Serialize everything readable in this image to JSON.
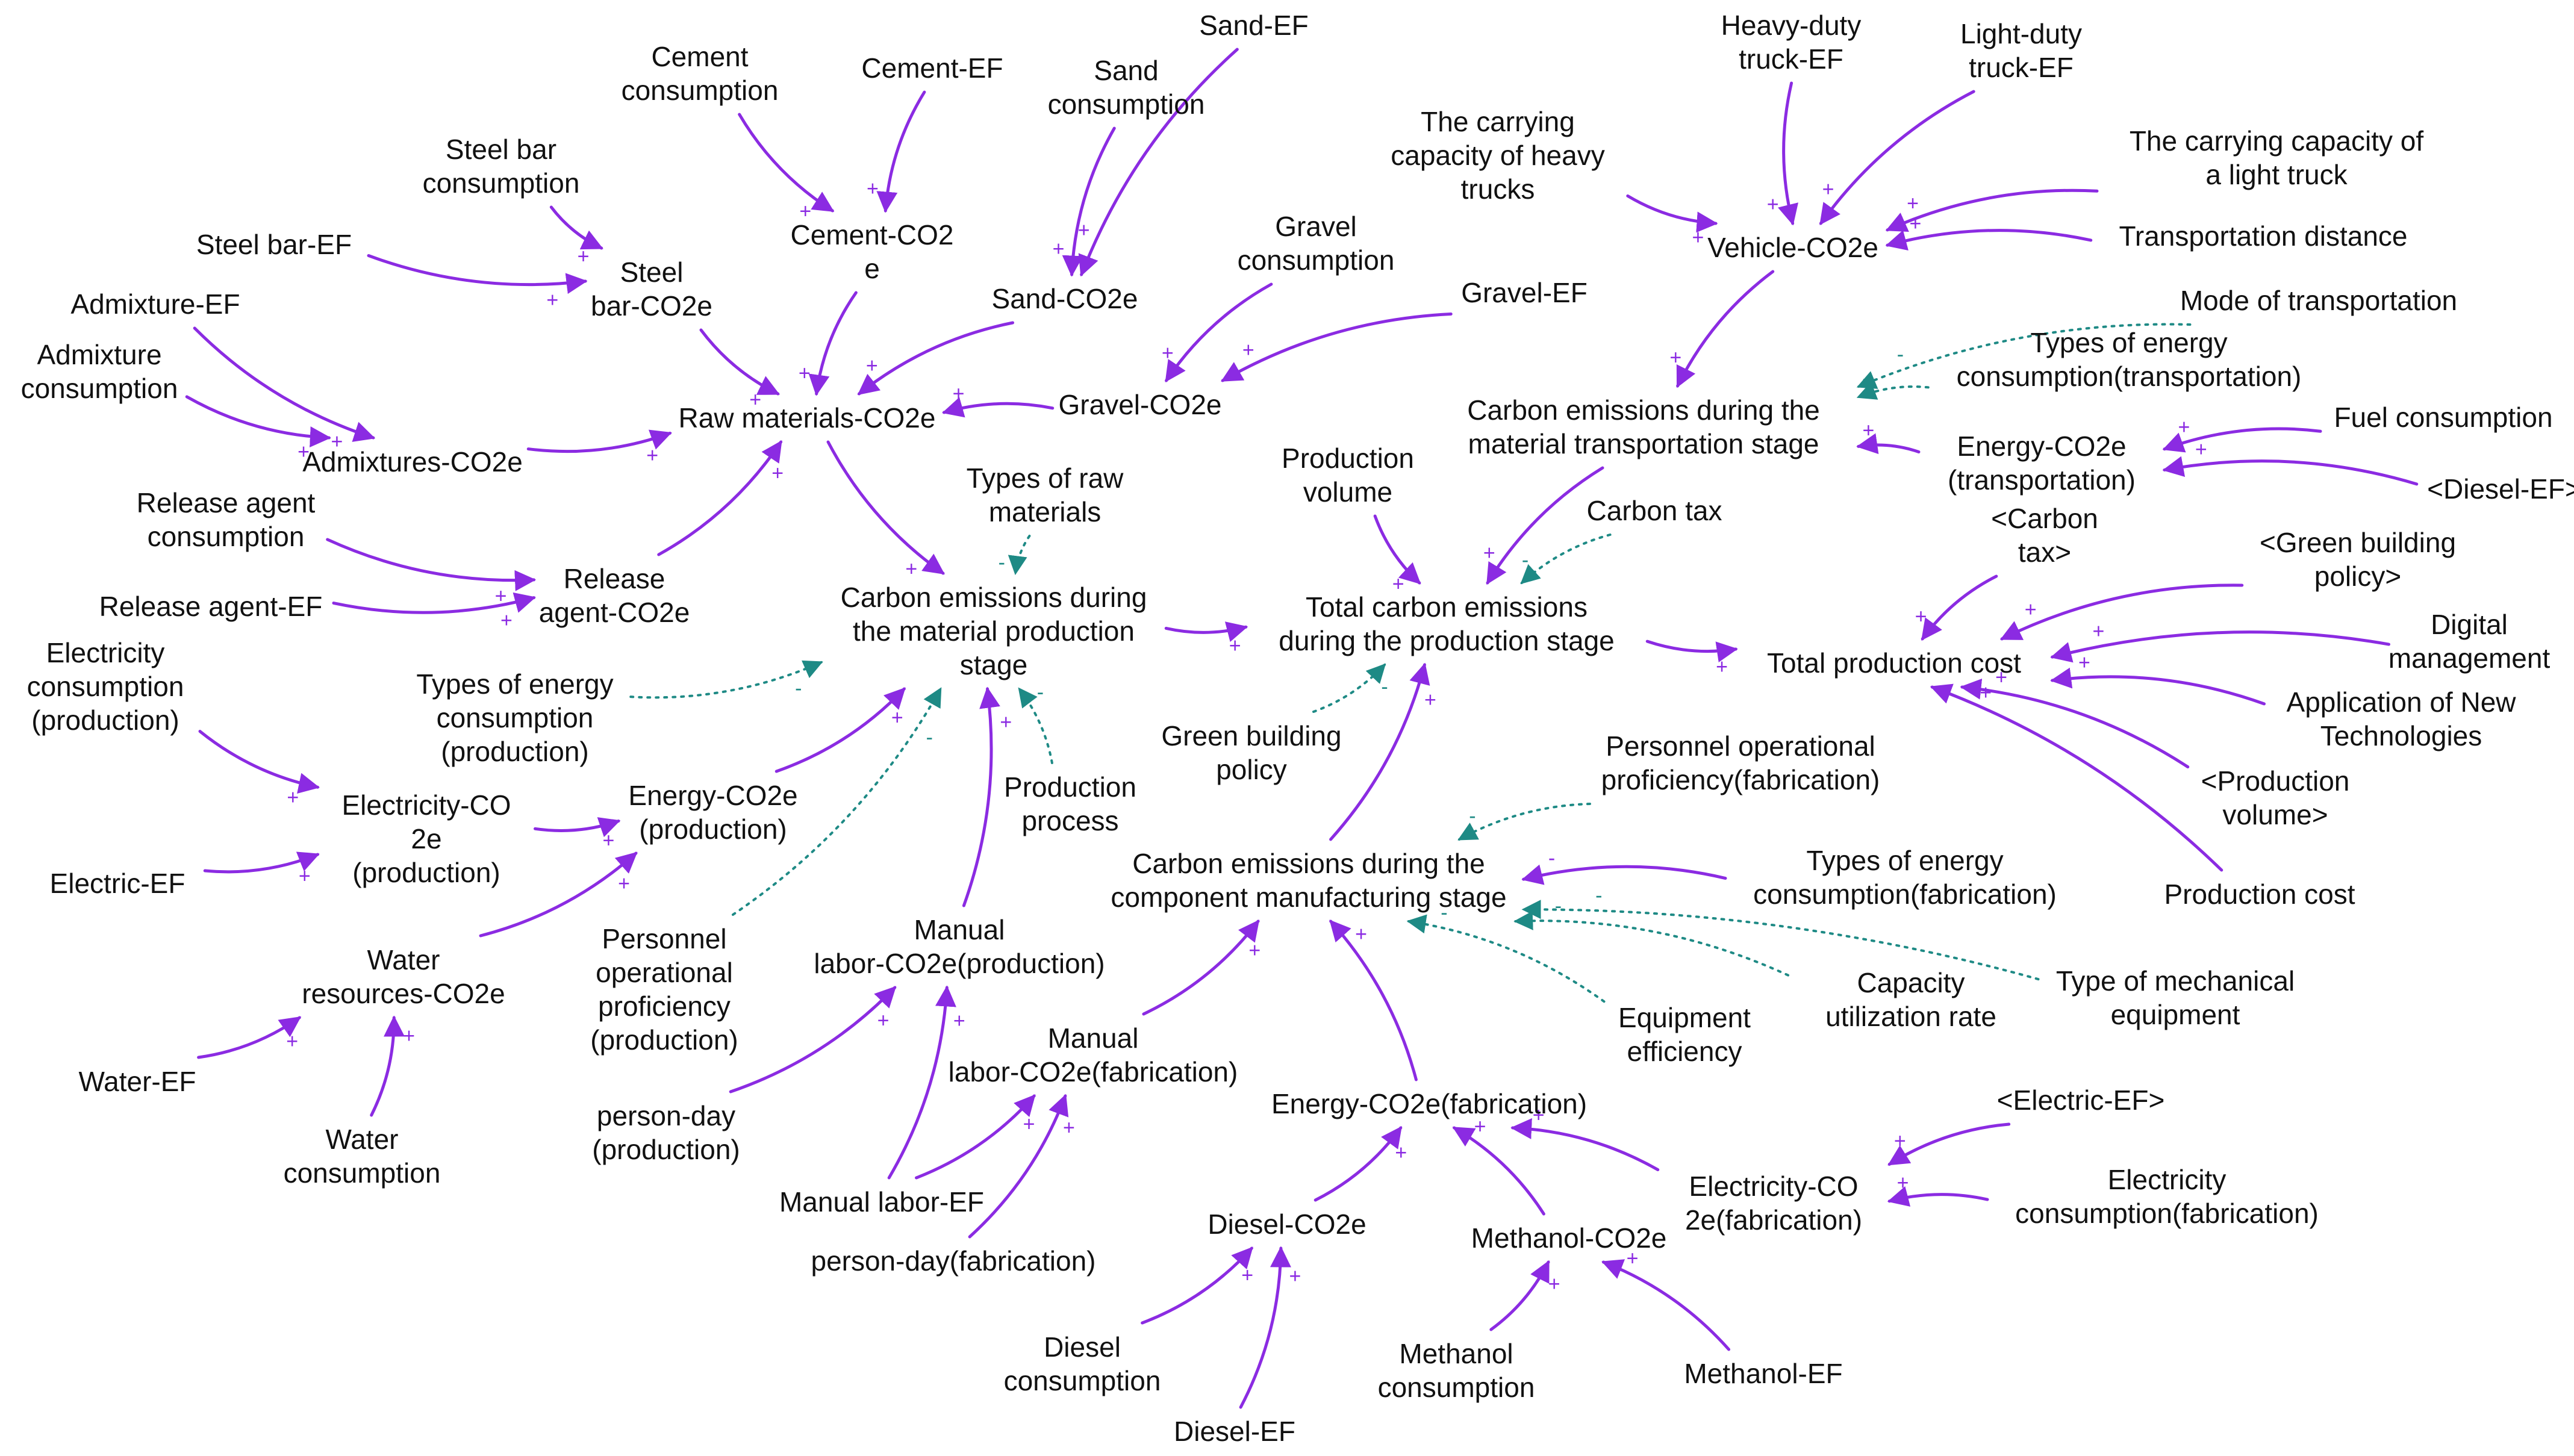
{
  "colors": {
    "causal_link": "#8B2BE2",
    "info_link": "#1E8A85",
    "text": "#111111",
    "background": "#ffffff"
  },
  "link_kinds": {
    "causal": "solid arrow",
    "info": "dotted arrow"
  },
  "nodes": [
    {
      "id": "cement_consumption",
      "text": "Cement\nconsumption"
    },
    {
      "id": "cement_ef",
      "text": "Cement-EF"
    },
    {
      "id": "sand_ef",
      "text": "Sand-EF"
    },
    {
      "id": "sand_consumption",
      "text": "Sand\nconsumption"
    },
    {
      "id": "steel_bar_consumption",
      "text": "Steel bar\nconsumption"
    },
    {
      "id": "cement_co2e",
      "text": "Cement-CO2\ne"
    },
    {
      "id": "steel_bar_ef",
      "text": "Steel bar-EF"
    },
    {
      "id": "steel_bar_co2e",
      "text": "Steel\nbar-CO2e"
    },
    {
      "id": "sand_co2e",
      "text": "Sand-CO2e"
    },
    {
      "id": "admixture_ef",
      "text": "Admixture-EF"
    },
    {
      "id": "admixture_consumption",
      "text": "Admixture\nconsumption"
    },
    {
      "id": "raw_materials_co2e",
      "text": "Raw materials-CO2e"
    },
    {
      "id": "gravel_consumption",
      "text": "Gravel\nconsumption"
    },
    {
      "id": "gravel_ef",
      "text": "Gravel-EF"
    },
    {
      "id": "gravel_co2e",
      "text": "Gravel-CO2e"
    },
    {
      "id": "admixtures_co2e",
      "text": "Admixtures-CO2e"
    },
    {
      "id": "types_raw_materials",
      "text": "Types of raw\nmaterials"
    },
    {
      "id": "release_agent_consumption",
      "text": "Release agent\nconsumption"
    },
    {
      "id": "release_agent_co2e",
      "text": "Release\nagent-CO2e"
    },
    {
      "id": "release_agent_ef",
      "text": "Release agent-EF"
    },
    {
      "id": "ce_material_production",
      "text": "Carbon emissions during\nthe material production\nstage"
    },
    {
      "id": "electricity_consumption_production",
      "text": "Electricity\nconsumption\n(production)"
    },
    {
      "id": "types_energy_production",
      "text": "Types of energy\nconsumption\n(production)"
    },
    {
      "id": "energy_co2e_production",
      "text": "Energy-CO2e\n(production)"
    },
    {
      "id": "electricity_co2e_production",
      "text": "Electricity-CO\n2e\n(production)"
    },
    {
      "id": "electric_ef",
      "text": "Electric-EF"
    },
    {
      "id": "production_process",
      "text": "Production\nprocess"
    },
    {
      "id": "water_resources_co2e",
      "text": "Water\nresources-CO2e"
    },
    {
      "id": "personnel_proficiency_production",
      "text": "Personnel\noperational\nproficiency\n(production)"
    },
    {
      "id": "manual_labor_co2e_production",
      "text": "Manual\nlabor-CO2e(production)"
    },
    {
      "id": "water_ef",
      "text": "Water-EF"
    },
    {
      "id": "water_consumption",
      "text": "Water\nconsumption"
    },
    {
      "id": "person_day_production",
      "text": "person-day\n(production)"
    },
    {
      "id": "manual_labor_ef",
      "text": "Manual labor-EF"
    },
    {
      "id": "person_day_fabrication",
      "text": "person-day(fabrication)"
    },
    {
      "id": "manual_labor_co2e_fabrication",
      "text": "Manual\nlabor-CO2e(fabrication)"
    },
    {
      "id": "production_volume",
      "text": "Production\nvolume"
    },
    {
      "id": "carbon_tax",
      "text": "Carbon tax"
    },
    {
      "id": "total_ce_production",
      "text": "Total carbon emissions\nduring the production stage"
    },
    {
      "id": "green_building_policy",
      "text": "Green building\npolicy"
    },
    {
      "id": "ce_component_manufacturing",
      "text": "Carbon emissions during the\ncomponent manufacturing stage"
    },
    {
      "id": "energy_co2e_fabrication",
      "text": "Energy-CO2e(fabrication)"
    },
    {
      "id": "diesel_co2e",
      "text": "Diesel-CO2e"
    },
    {
      "id": "diesel_consumption",
      "text": "Diesel\nconsumption"
    },
    {
      "id": "diesel_ef",
      "text": "Diesel-EF"
    },
    {
      "id": "methanol_consumption",
      "text": "Methanol\nconsumption"
    },
    {
      "id": "methanol_co2e",
      "text": "Methanol-CO2e"
    },
    {
      "id": "methanol_ef",
      "text": "Methanol-EF"
    },
    {
      "id": "electricity_co2e_fabrication",
      "text": "Electricity-CO\n2e(fabrication)"
    },
    {
      "id": "electric_ef_shadow",
      "text": "<Electric-EF>"
    },
    {
      "id": "electricity_consumption_fabrication",
      "text": "Electricity\nconsumption(fabrication)"
    },
    {
      "id": "equipment_efficiency",
      "text": "Equipment\nefficiency"
    },
    {
      "id": "capacity_utilization",
      "text": "Capacity\nutilization rate"
    },
    {
      "id": "type_mechanical_equipment",
      "text": "Type of mechanical\nequipment"
    },
    {
      "id": "types_energy_fabrication",
      "text": "Types of energy\nconsumption(fabrication)"
    },
    {
      "id": "personnel_proficiency_fabrication",
      "text": "Personnel operational\nproficiency(fabrication)"
    },
    {
      "id": "heavy_truck_ef",
      "text": "Heavy-duty\ntruck-EF"
    },
    {
      "id": "light_truck_ef",
      "text": "Light-duty\ntruck-EF"
    },
    {
      "id": "capacity_heavy_trucks",
      "text": "The carrying\ncapacity of heavy\ntrucks"
    },
    {
      "id": "capacity_light_truck",
      "text": "The carrying capacity of\na light truck"
    },
    {
      "id": "vehicle_co2e",
      "text": "Vehicle-CO2e"
    },
    {
      "id": "transportation_distance",
      "text": "Transportation distance"
    },
    {
      "id": "mode_transportation",
      "text": "Mode of transportation"
    },
    {
      "id": "types_energy_transportation",
      "text": "Types of energy\nconsumption(transportation)"
    },
    {
      "id": "ce_material_transportation",
      "text": "Carbon emissions during the\nmaterial transportation stage"
    },
    {
      "id": "energy_co2e_transportation",
      "text": "Energy-CO2e\n(transportation)"
    },
    {
      "id": "fuel_consumption",
      "text": "Fuel consumption"
    },
    {
      "id": "diesel_ef_shadow",
      "text": "<Diesel-EF>"
    },
    {
      "id": "carbon_tax_shadow",
      "text": "<Carbon\ntax>"
    },
    {
      "id": "green_building_policy_shadow",
      "text": "<Green building\npolicy>"
    },
    {
      "id": "digital_management",
      "text": "Digital\nmanagement"
    },
    {
      "id": "total_production_cost",
      "text": "Total production cost"
    },
    {
      "id": "application_new_tech",
      "text": "Application of New\nTechnologies"
    },
    {
      "id": "production_volume_shadow",
      "text": "<Production\nvolume>"
    },
    {
      "id": "production_cost",
      "text": "Production cost"
    }
  ],
  "links": [
    {
      "from": "cement_consumption",
      "to": "cement_co2e",
      "kind": "causal",
      "polarity": "+"
    },
    {
      "from": "cement_ef",
      "to": "cement_co2e",
      "kind": "causal",
      "polarity": "+"
    },
    {
      "from": "sand_consumption",
      "to": "sand_co2e",
      "kind": "causal",
      "polarity": "+"
    },
    {
      "from": "sand_ef",
      "to": "sand_co2e",
      "kind": "causal",
      "polarity": "+"
    },
    {
      "from": "steel_bar_consumption",
      "to": "steel_bar_co2e",
      "kind": "causal",
      "polarity": "+"
    },
    {
      "from": "steel_bar_ef",
      "to": "steel_bar_co2e",
      "kind": "causal",
      "polarity": "+"
    },
    {
      "from": "steel_bar_co2e",
      "to": "raw_materials_co2e",
      "kind": "causal",
      "polarity": "+"
    },
    {
      "from": "cement_co2e",
      "to": "raw_materials_co2e",
      "kind": "causal",
      "polarity": "+"
    },
    {
      "from": "sand_co2e",
      "to": "raw_materials_co2e",
      "kind": "causal",
      "polarity": "+"
    },
    {
      "from": "gravel_co2e",
      "to": "raw_materials_co2e",
      "kind": "causal",
      "polarity": "+"
    },
    {
      "from": "gravel_consumption",
      "to": "gravel_co2e",
      "kind": "causal",
      "polarity": "+"
    },
    {
      "from": "gravel_ef",
      "to": "gravel_co2e",
      "kind": "causal",
      "polarity": "+"
    },
    {
      "from": "admixture_ef",
      "to": "admixtures_co2e",
      "kind": "causal",
      "polarity": "+"
    },
    {
      "from": "admixture_consumption",
      "to": "admixtures_co2e",
      "kind": "causal",
      "polarity": "+"
    },
    {
      "from": "admixtures_co2e",
      "to": "raw_materials_co2e",
      "kind": "causal",
      "polarity": "+"
    },
    {
      "from": "release_agent_consumption",
      "to": "release_agent_co2e",
      "kind": "causal",
      "polarity": "+"
    },
    {
      "from": "release_agent_ef",
      "to": "release_agent_co2e",
      "kind": "causal",
      "polarity": "+"
    },
    {
      "from": "release_agent_co2e",
      "to": "raw_materials_co2e",
      "kind": "causal",
      "polarity": "+"
    },
    {
      "from": "raw_materials_co2e",
      "to": "ce_material_production",
      "kind": "causal",
      "polarity": "+"
    },
    {
      "from": "types_raw_materials",
      "to": "ce_material_production",
      "kind": "info",
      "polarity": "-"
    },
    {
      "from": "types_energy_production",
      "to": "ce_material_production",
      "kind": "info",
      "polarity": "-"
    },
    {
      "from": "energy_co2e_production",
      "to": "ce_material_production",
      "kind": "causal",
      "polarity": "+"
    },
    {
      "from": "personnel_proficiency_production",
      "to": "ce_material_production",
      "kind": "info",
      "polarity": "-"
    },
    {
      "from": "manual_labor_co2e_production",
      "to": "ce_material_production",
      "kind": "causal",
      "polarity": "+"
    },
    {
      "from": "production_process",
      "to": "ce_material_production",
      "kind": "info",
      "polarity": "-"
    },
    {
      "from": "electricity_consumption_production",
      "to": "electricity_co2e_production",
      "kind": "causal",
      "polarity": "+"
    },
    {
      "from": "electric_ef",
      "to": "electricity_co2e_production",
      "kind": "causal",
      "polarity": "+"
    },
    {
      "from": "electricity_co2e_production",
      "to": "energy_co2e_production",
      "kind": "causal",
      "polarity": "+"
    },
    {
      "from": "water_resources_co2e",
      "to": "energy_co2e_production",
      "kind": "causal",
      "polarity": "+"
    },
    {
      "from": "water_ef",
      "to": "water_resources_co2e",
      "kind": "causal",
      "polarity": "+"
    },
    {
      "from": "water_consumption",
      "to": "water_resources_co2e",
      "kind": "causal",
      "polarity": "+"
    },
    {
      "from": "person_day_production",
      "to": "manual_labor_co2e_production",
      "kind": "causal",
      "polarity": "+"
    },
    {
      "from": "manual_labor_ef",
      "to": "manual_labor_co2e_production",
      "kind": "causal",
      "polarity": "+"
    },
    {
      "from": "manual_labor_ef",
      "to": "manual_labor_co2e_fabrication",
      "kind": "causal",
      "polarity": "+"
    },
    {
      "from": "person_day_fabrication",
      "to": "manual_labor_co2e_fabrication",
      "kind": "causal",
      "polarity": "+"
    },
    {
      "from": "manual_labor_co2e_fabrication",
      "to": "ce_component_manufacturing",
      "kind": "causal",
      "polarity": "+"
    },
    {
      "from": "ce_material_production",
      "to": "total_ce_production",
      "kind": "causal",
      "polarity": "+"
    },
    {
      "from": "production_volume",
      "to": "total_ce_production",
      "kind": "causal",
      "polarity": "+"
    },
    {
      "from": "ce_material_transportation",
      "to": "total_ce_production",
      "kind": "causal",
      "polarity": "+"
    },
    {
      "from": "carbon_tax",
      "to": "total_ce_production",
      "kind": "info",
      "polarity": "-"
    },
    {
      "from": "green_building_policy",
      "to": "total_ce_production",
      "kind": "info",
      "polarity": "-"
    },
    {
      "from": "ce_component_manufacturing",
      "to": "total_ce_production",
      "kind": "causal",
      "polarity": "+"
    },
    {
      "from": "total_ce_production",
      "to": "total_production_cost",
      "kind": "causal",
      "polarity": "+"
    },
    {
      "from": "energy_co2e_fabrication",
      "to": "ce_component_manufacturing",
      "kind": "causal",
      "polarity": "+"
    },
    {
      "from": "diesel_co2e",
      "to": "energy_co2e_fabrication",
      "kind": "causal",
      "polarity": "+"
    },
    {
      "from": "methanol_co2e",
      "to": "energy_co2e_fabrication",
      "kind": "causal",
      "polarity": "+"
    },
    {
      "from": "electricity_co2e_fabrication",
      "to": "energy_co2e_fabrication",
      "kind": "causal",
      "polarity": "+"
    },
    {
      "from": "diesel_consumption",
      "to": "diesel_co2e",
      "kind": "causal",
      "polarity": "+"
    },
    {
      "from": "diesel_ef",
      "to": "diesel_co2e",
      "kind": "causal",
      "polarity": "+"
    },
    {
      "from": "methanol_consumption",
      "to": "methanol_co2e",
      "kind": "causal",
      "polarity": "+"
    },
    {
      "from": "methanol_ef",
      "to": "methanol_co2e",
      "kind": "causal",
      "polarity": "+"
    },
    {
      "from": "electric_ef_shadow",
      "to": "electricity_co2e_fabrication",
      "kind": "causal",
      "polarity": "+"
    },
    {
      "from": "electricity_consumption_fabrication",
      "to": "electricity_co2e_fabrication",
      "kind": "causal",
      "polarity": "+"
    },
    {
      "from": "equipment_efficiency",
      "to": "ce_component_manufacturing",
      "kind": "info",
      "polarity": "-"
    },
    {
      "from": "capacity_utilization",
      "to": "ce_component_manufacturing",
      "kind": "info",
      "polarity": "-"
    },
    {
      "from": "type_mechanical_equipment",
      "to": "ce_component_manufacturing",
      "kind": "info",
      "polarity": "-"
    },
    {
      "from": "types_energy_fabrication",
      "to": "ce_component_manufacturing",
      "kind": "causal",
      "polarity": "-"
    },
    {
      "from": "personnel_proficiency_fabrication",
      "to": "ce_component_manufacturing",
      "kind": "info",
      "polarity": "-"
    },
    {
      "from": "heavy_truck_ef",
      "to": "vehicle_co2e",
      "kind": "causal",
      "polarity": "+"
    },
    {
      "from": "light_truck_ef",
      "to": "vehicle_co2e",
      "kind": "causal",
      "polarity": "+"
    },
    {
      "from": "capacity_heavy_trucks",
      "to": "vehicle_co2e",
      "kind": "causal",
      "polarity": "+"
    },
    {
      "from": "capacity_light_truck",
      "to": "vehicle_co2e",
      "kind": "causal",
      "polarity": "+"
    },
    {
      "from": "transportation_distance",
      "to": "vehicle_co2e",
      "kind": "causal",
      "polarity": "+"
    },
    {
      "from": "vehicle_co2e",
      "to": "ce_material_transportation",
      "kind": "causal",
      "polarity": "+"
    },
    {
      "from": "mode_transportation",
      "to": "ce_material_transportation",
      "kind": "info",
      "polarity": "-"
    },
    {
      "from": "types_energy_transportation",
      "to": "ce_material_transportation",
      "kind": "info",
      "polarity": "-"
    },
    {
      "from": "energy_co2e_transportation",
      "to": "ce_material_transportation",
      "kind": "causal",
      "polarity": "+"
    },
    {
      "from": "fuel_consumption",
      "to": "energy_co2e_transportation",
      "kind": "causal",
      "polarity": "+"
    },
    {
      "from": "diesel_ef_shadow",
      "to": "energy_co2e_transportation",
      "kind": "causal",
      "polarity": "+"
    },
    {
      "from": "carbon_tax_shadow",
      "to": "total_production_cost",
      "kind": "causal",
      "polarity": "+"
    },
    {
      "from": "green_building_policy_shadow",
      "to": "total_production_cost",
      "kind": "causal",
      "polarity": "+"
    },
    {
      "from": "digital_management",
      "to": "total_production_cost",
      "kind": "causal",
      "polarity": "+"
    },
    {
      "from": "application_new_tech",
      "to": "total_production_cost",
      "kind": "causal",
      "polarity": "+"
    },
    {
      "from": "production_volume_shadow",
      "to": "total_production_cost",
      "kind": "causal",
      "polarity": "+"
    },
    {
      "from": "production_cost",
      "to": "total_production_cost",
      "kind": "causal",
      "polarity": "+"
    }
  ]
}
